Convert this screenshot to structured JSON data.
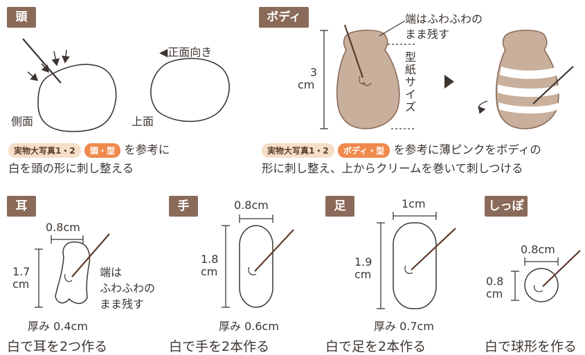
{
  "head": {
    "tag": "頭",
    "side_label": "側面",
    "top_label": "上面",
    "front_note": "◀正面向き",
    "ref_pill_1": "実物大写真1・2",
    "ref_pill_2": "頭・型",
    "ref_suffix": "を参考に",
    "line2": "白を頭の形に刺し整える"
  },
  "body": {
    "tag": "ボディ",
    "end_note_1": "端はふわふわの",
    "end_note_2": "まま残す",
    "height_num": "3",
    "height_unit": "cm",
    "pattern_size": "型紙サイズ",
    "ref_pill_1": "実物大写真1・2",
    "ref_pill_2": "ボディ・型",
    "ref_suffix": "を参考に薄ピンクをボディの",
    "line2": "形に刺し整え、上からクリームを巻いて刺しつける"
  },
  "ear": {
    "tag": "耳",
    "width": "0.8cm",
    "height_num": "1.7",
    "height_unit": "cm",
    "end_note_1": "端は",
    "end_note_2": "ふわふわの",
    "end_note_3": "まま残す",
    "thickness": "厚み 0.4cm",
    "caption": "白で耳を2つ作る"
  },
  "hand": {
    "tag": "手",
    "width": "0.8cm",
    "height_num": "1.8",
    "height_unit": "cm",
    "thickness": "厚み 0.6cm",
    "caption": "白で手を2本作る"
  },
  "foot": {
    "tag": "足",
    "width": "1cm",
    "height_num": "1.9",
    "height_unit": "cm",
    "thickness": "厚み 0.7cm",
    "caption": "白で足を2本作る"
  },
  "tail": {
    "tag": "しっぽ",
    "width": "0.8cm",
    "height_num": "0.8",
    "height_unit": "cm",
    "caption": "白で球形を作る"
  },
  "colors": {
    "tag_bg": "#8a6a58",
    "body_fill": "#c8b09c",
    "needle": "#5a3a2a",
    "stroke": "#3d3530",
    "pill_tan": "#f6dfc8",
    "pill_orange": "#ef8a4e"
  }
}
